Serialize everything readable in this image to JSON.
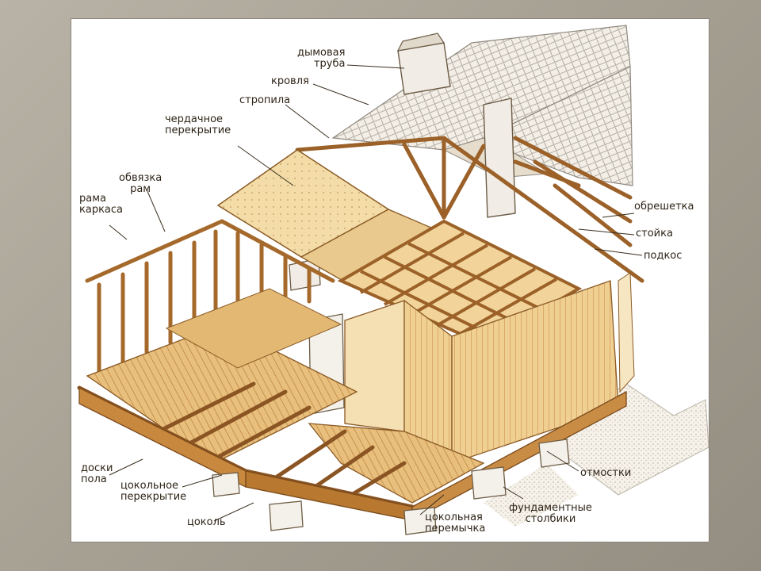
{
  "colors": {
    "frame": "#a8a296",
    "panel": "#ffffff",
    "wood_light": "#f2d39a",
    "wood_mid": "#d9a55c",
    "wood_dark": "#a8692a",
    "roof": "#ece6dc",
    "label": "#2e2417"
  },
  "labels": {
    "chimney": [
      "дымовая",
      "труба"
    ],
    "roof": "кровля",
    "rafters": "стропила",
    "attic_floor": [
      "чердачное",
      "перекрытие"
    ],
    "frame_tie": [
      "обвязка",
      "рам"
    ],
    "frame": [
      "рама",
      "каркаса"
    ],
    "lathing": "обрешетка",
    "post": "стойка",
    "brace": "подкос",
    "floorboards": [
      "доски",
      "пола"
    ],
    "basement_floor": [
      "цокольное",
      "перекрытие"
    ],
    "plinth": "цоколь",
    "plinth_lintel": [
      "цокольная",
      "перемычка"
    ],
    "foundation_posts": [
      "фундаментные",
      "столбики"
    ],
    "blind_area": "отмостки"
  }
}
